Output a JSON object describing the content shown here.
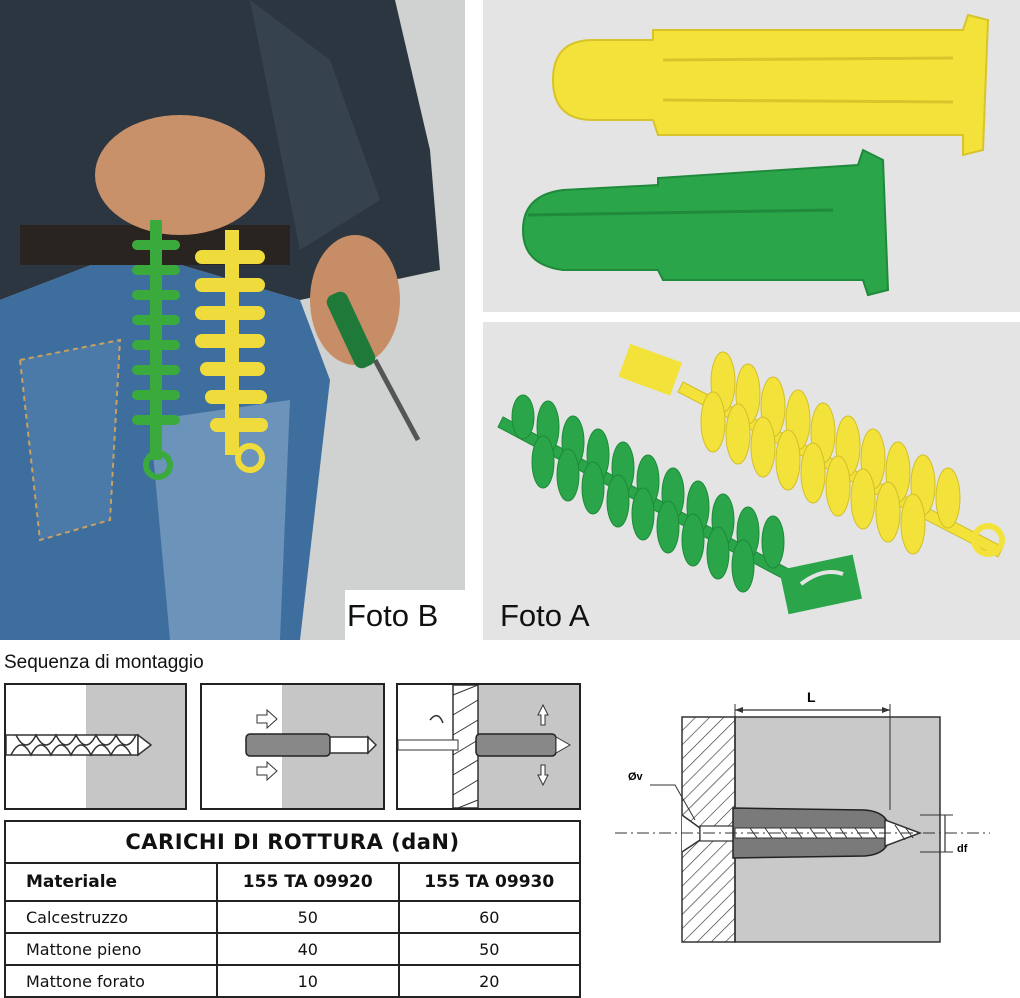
{
  "photos": {
    "foto_b_caption": "Foto B",
    "foto_a_caption": "Foto A"
  },
  "sequence": {
    "title": "Sequenza di montaggio"
  },
  "table": {
    "title": "CARICHI DI ROTTURA (daN)",
    "headers": [
      "Materiale",
      "155 TA 09920",
      "155 TA 09930"
    ],
    "rows": [
      [
        "Calcestruzzo",
        "50",
        "60"
      ],
      [
        "Mattone pieno",
        "40",
        "50"
      ],
      [
        "Mattone forato",
        "10",
        "20"
      ]
    ]
  },
  "diagram": {
    "label_L": "L",
    "label_diameter": "Øv",
    "label_df": "df"
  },
  "colors": {
    "yellow_plug": "#f2e23a",
    "green_plug": "#2aa54a",
    "photo_bg": "#e4e4e4",
    "wall_gray": "#c9c9c9",
    "step_gray": "#c6c6c6"
  }
}
